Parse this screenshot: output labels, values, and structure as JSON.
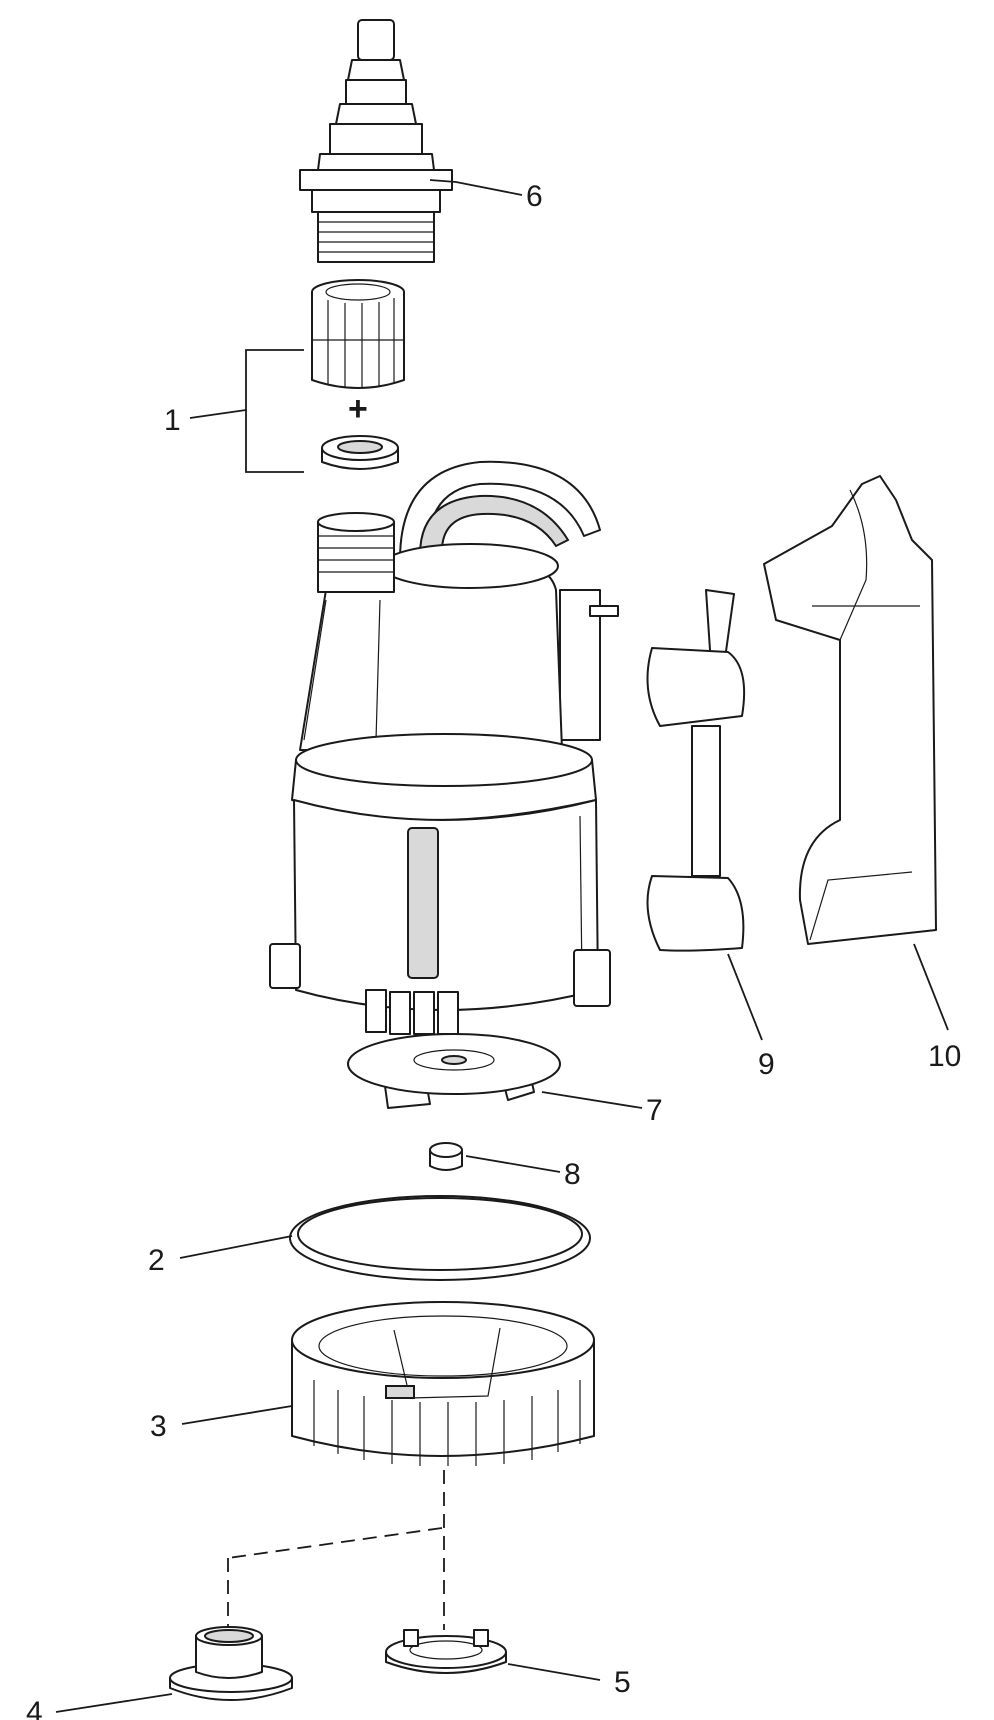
{
  "callouts": {
    "c1": "1",
    "c2": "2",
    "c3": "3",
    "c4": "4",
    "c5": "5",
    "c6": "6",
    "c7": "7",
    "c8": "8",
    "c9": "9",
    "c10": "10"
  },
  "plus_sign": "+"
}
